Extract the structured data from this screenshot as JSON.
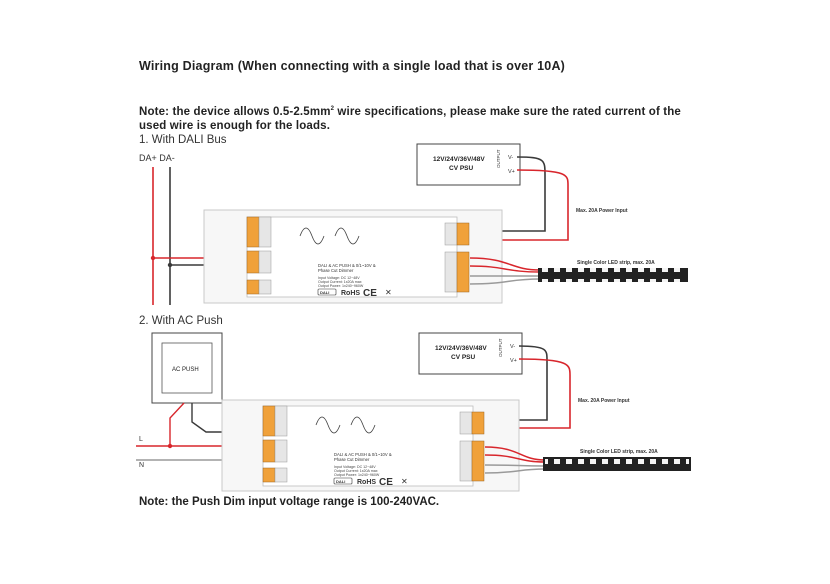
{
  "heading": {
    "title": "Wiring Diagram (When connecting with a single load that is over 10A)",
    "note_line1_a": "Note: the device allows 0.5-2.5mm",
    "note_line1_sup": "2",
    "note_line1_b": " wire specifications, please make sure the rated current of the",
    "note_line2": "used wire is enough for the loads."
  },
  "section1": {
    "label": "1. With DALI Bus",
    "bus_label": "DA+ DA-",
    "psu_label_1": "12V/24V/36V/48V",
    "psu_label_2": "CV PSU",
    "psu_side": "OUTPUT",
    "psu_vminus": "V-",
    "psu_vplus": "V+",
    "power_input": "Max. 20A Power Input",
    "strip_label": "Single Color LED strip, max. 20A",
    "model_1": "DALI & AC PUSH & 0/1~10V &",
    "model_2": "Phase Cut Dimmer",
    "spec_1": "Input Voltage: DC 12~48V",
    "spec_2": "Output Current: 1x20A max",
    "spec_3": "Output Power: 1x240~960W",
    "mark_rohs": "RoHS",
    "mark_ce": "CE",
    "mark_dali": "DALI"
  },
  "section2": {
    "label": "2. With AC Push",
    "push_label": "AC PUSH",
    "line_l": "L",
    "line_n": "N",
    "psu_label_1": "12V/24V/36V/48V",
    "psu_label_2": "CV PSU",
    "psu_side": "OUTPUT",
    "psu_vminus": "V-",
    "psu_vplus": "V+",
    "power_input": "Max. 20A Power Input",
    "strip_label": "Single Color LED strip, max. 20A",
    "model_1": "DALI & AC PUSH & 0/1~10V &",
    "model_2": "Phase Cut Dimmer",
    "spec_1": "Input Voltage: DC 12~48V",
    "spec_2": "Output Current: 1x20A max",
    "spec_3": "Output Power: 1x240~960W",
    "mark_rohs": "RoHS",
    "mark_ce": "CE",
    "mark_dali": "DALI"
  },
  "footer": {
    "note": "Note: the Push Dim input voltage range is 100-240VAC."
  },
  "colors": {
    "wire_red": "#d8262c",
    "wire_black": "#3a3a3a",
    "wire_grey": "#9a9a9a",
    "terminal_orange": "#f0a13a",
    "strip_dark": "#222222"
  }
}
